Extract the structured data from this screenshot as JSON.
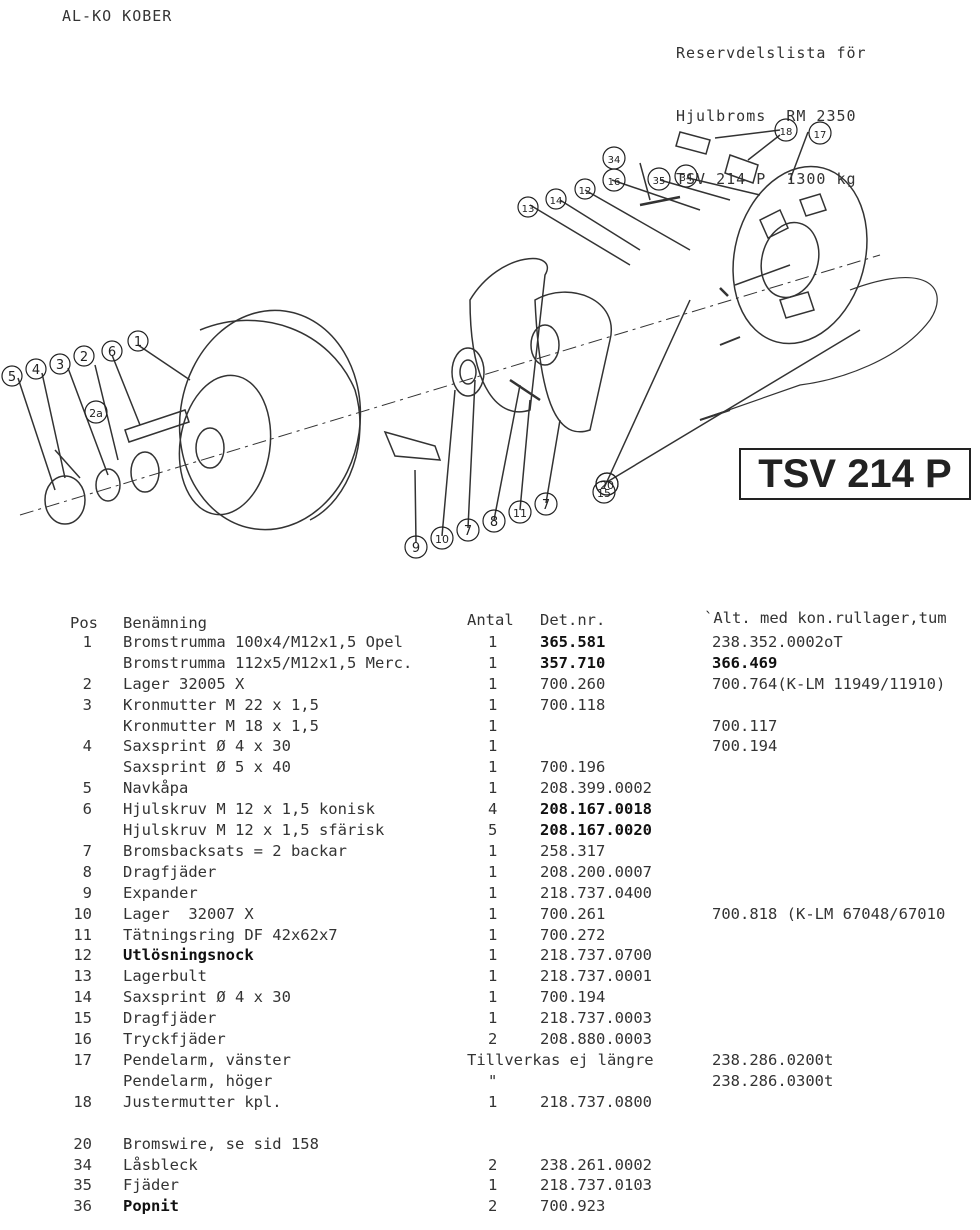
{
  "header": {
    "brand": "AL-KO KOBER",
    "title_lines": [
      "Reservdelslista för",
      "Hjulbroms  RM 2350",
      "TSV 214 P  1300 kg"
    ]
  },
  "diagram": {
    "badge": "TSV 214 P",
    "callouts": [
      "1",
      "2",
      "2a",
      "3",
      "4",
      "5",
      "6",
      "7",
      "7",
      "8",
      "9",
      "10",
      "11",
      "12",
      "13",
      "14",
      "15",
      "16",
      "17",
      "18",
      "20",
      "34",
      "35",
      "36"
    ]
  },
  "table": {
    "headers": {
      "pos": "Pos",
      "name": "Benämning",
      "qty": "Antal",
      "detnr": "Det.nr.",
      "alt": "`Alt. med kon.rullager,tum"
    },
    "rows": [
      {
        "pos": "1",
        "name": "Bromstrumma 100x4/M12x1,5 Opel",
        "qty": "1",
        "detnr": "365.581",
        "alt": "238.352.0002oT",
        "bold_detnr": true
      },
      {
        "pos": "",
        "name": "Bromstrumma 112x5/M12x1,5 Merc.",
        "qty": "1",
        "detnr": "357.710",
        "alt": "366.469",
        "bold_detnr": true,
        "bold_alt": true
      },
      {
        "pos": "2",
        "name": "Lager 32005 X",
        "qty": "1",
        "detnr": "700.260",
        "alt": "700.764(K-LM 11949/11910)"
      },
      {
        "pos": "3",
        "name": "Kronmutter M 22 x 1,5",
        "qty": "1",
        "detnr": "700.118",
        "alt": ""
      },
      {
        "pos": "",
        "name": "Kronmutter M 18 x 1,5",
        "qty": "1",
        "detnr": "",
        "alt": "700.117"
      },
      {
        "pos": "4",
        "name": "Saxsprint Ø 4 x 30",
        "qty": "1",
        "detnr": "",
        "alt": "700.194"
      },
      {
        "pos": "",
        "name": "Saxsprint Ø 5 x 40",
        "qty": "1",
        "detnr": "700.196",
        "alt": ""
      },
      {
        "pos": "5",
        "name": "Navkåpa",
        "qty": "1",
        "detnr": "208.399.0002",
        "alt": ""
      },
      {
        "pos": "6",
        "name": "Hjulskruv M 12 x 1,5 konisk",
        "qty": "4",
        "detnr": "208.167.0018",
        "alt": "",
        "bold_detnr": true
      },
      {
        "pos": "",
        "name": "Hjulskruv M 12 x 1,5 sfärisk",
        "qty": "5",
        "detnr": "208.167.0020",
        "alt": "",
        "bold_detnr": true
      },
      {
        "pos": "7",
        "name": "Bromsbacksats = 2 backar",
        "qty": "1",
        "detnr": "258.317",
        "alt": ""
      },
      {
        "pos": "8",
        "name": "Dragfjäder",
        "qty": "1",
        "detnr": "208.200.0007",
        "alt": ""
      },
      {
        "pos": "9",
        "name": "Expander",
        "qty": "1",
        "detnr": "218.737.0400",
        "alt": ""
      },
      {
        "pos": "10",
        "name": "Lager  32007 X",
        "qty": "1",
        "detnr": "700.261",
        "alt": "700.818 (K-LM 67048/67010"
      },
      {
        "pos": "11",
        "name": "Tätningsring DF 42x62x7",
        "qty": "1",
        "detnr": "700.272",
        "alt": ""
      },
      {
        "pos": "12",
        "name": "Utlösningsnock",
        "qty": "1",
        "detnr": "218.737.0700",
        "alt": "",
        "bold_name": true
      },
      {
        "pos": "13",
        "name": "Lagerbult",
        "qty": "1",
        "detnr": "218.737.0001",
        "alt": ""
      },
      {
        "pos": "14",
        "name": "Saxsprint Ø 4 x 30",
        "qty": "1",
        "detnr": "700.194",
        "alt": ""
      },
      {
        "pos": "15",
        "name": "Dragfjäder",
        "qty": "1",
        "detnr": "218.737.0003",
        "alt": ""
      },
      {
        "pos": "16",
        "name": "Tryckfjäder",
        "qty": "2",
        "detnr": "208.880.0003",
        "alt": ""
      },
      {
        "pos": "17",
        "name": "Pendelarm, vänster",
        "qty": "Tillverkas ej längre",
        "detnr": "",
        "alt": "238.286.0200t"
      },
      {
        "pos": "",
        "name": "Pendelarm, höger",
        "qty": "\"",
        "detnr": "",
        "alt": "238.286.0300t"
      },
      {
        "pos": "18",
        "name": "Justermutter kpl.",
        "qty": "1",
        "detnr": "218.737.0800",
        "alt": ""
      },
      {
        "pos": "20",
        "name": "Bromswire, se sid 158",
        "qty": "",
        "detnr": "",
        "alt": "",
        "gap_before": true
      },
      {
        "pos": "34",
        "name": "Låsbleck",
        "qty": "2",
        "detnr": "238.261.0002",
        "alt": ""
      },
      {
        "pos": "35",
        "name": "Fjäder",
        "qty": "1",
        "detnr": "218.737.0103",
        "alt": ""
      },
      {
        "pos": "36",
        "name": "Popnit",
        "qty": "2",
        "detnr": "700.923",
        "alt": "",
        "bold_name": true
      }
    ]
  }
}
